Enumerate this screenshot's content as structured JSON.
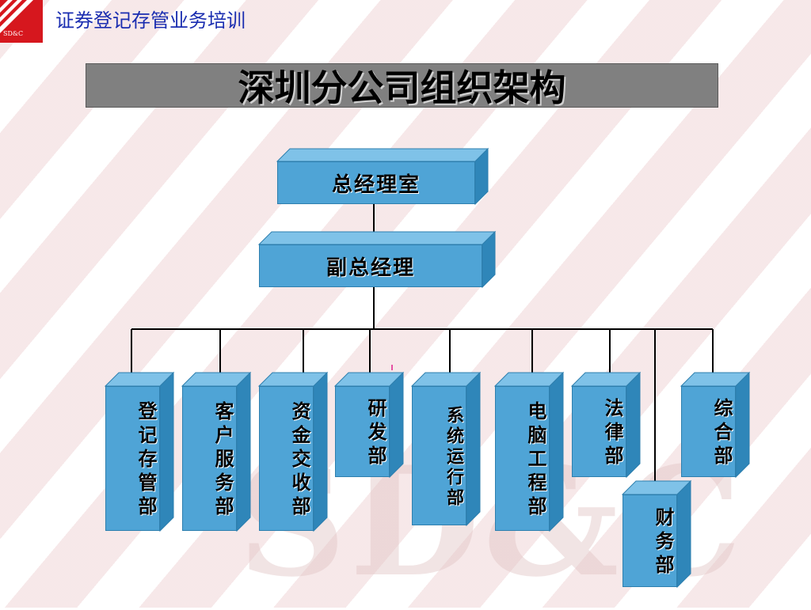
{
  "header": {
    "title": "证券登记存管业务培训",
    "logo_text": "SD&C"
  },
  "page_title": "深圳分公司组织架构",
  "watermark": "SD&C",
  "colors": {
    "box_front": "#4fa4d6",
    "box_top": "#7fc2e8",
    "box_side": "#2f86b9",
    "logo_red": "#d6171e",
    "header_blue": "#1a2db0"
  },
  "org": {
    "root": "总经理室",
    "deputy": "副总经理",
    "departments": [
      "登记存管部",
      "客户服务部",
      "资金交收部",
      "研发部",
      "系统运行部",
      "电脑工程部",
      "法律部",
      "财务部",
      "综合部"
    ]
  }
}
